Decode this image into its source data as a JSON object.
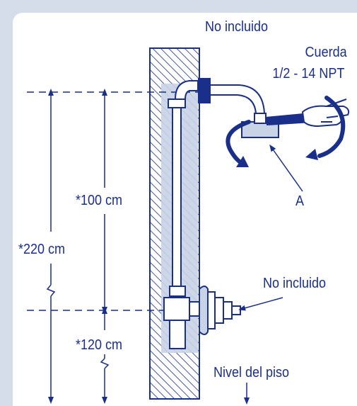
{
  "labels": {
    "not_included_top": "No incluido",
    "thread_line1": "Cuerda",
    "thread_line2": "1/2 - 14 NPT",
    "callout_a": "A",
    "dim_100": "*100 cm",
    "dim_220": "*220 cm",
    "not_included_valve": "No incluido",
    "dim_120": "*120 cm",
    "floor_level": "Nivel del piso"
  },
  "colors": {
    "ink": "#1a2f8a",
    "frame": "#d4dde9",
    "panel": "#ffffff",
    "pipe_highlight": "#c9d3e6"
  }
}
